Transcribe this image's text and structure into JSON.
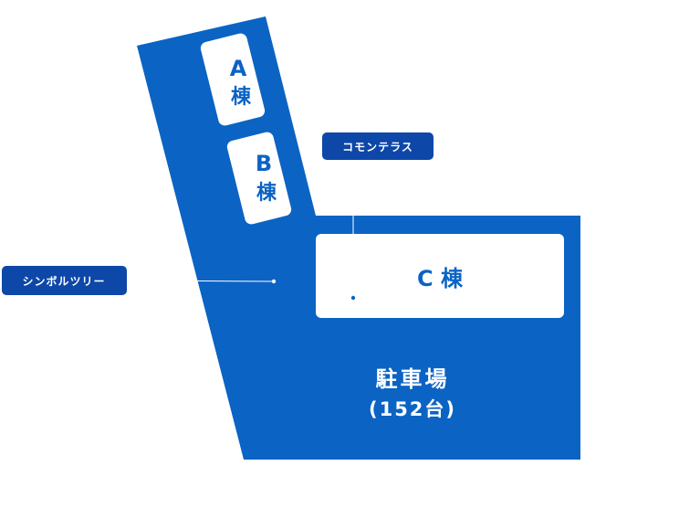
{
  "colors": {
    "site_blue": "#0b63c4",
    "label_navy": "#0d47a8",
    "building_white": "#ffffff",
    "text_white": "#ffffff"
  },
  "buildings": {
    "a": {
      "letter": "A",
      "suffix": "棟"
    },
    "b": {
      "letter": "B",
      "suffix": "棟"
    },
    "c": {
      "label": "C 棟"
    }
  },
  "parking": {
    "name": "駐車場",
    "capacity": "(152台)"
  },
  "callouts": {
    "common_terrace": "コモンテラス",
    "symbol_tree": "シンボルツリー"
  }
}
